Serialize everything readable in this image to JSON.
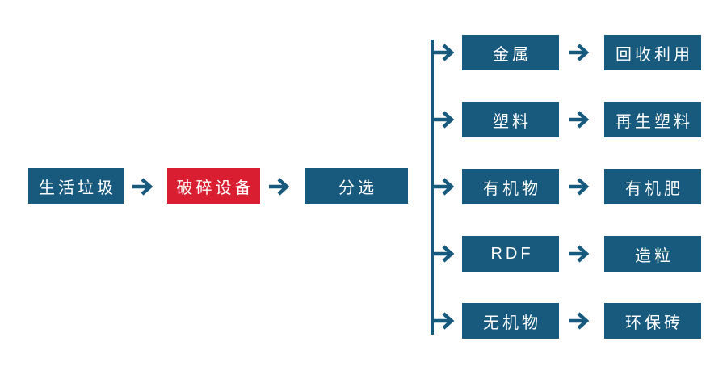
{
  "diagram": {
    "title_hint": "household-waste-processing-flow",
    "main_flow": [
      {
        "label": "生活垃圾",
        "variant": "blue"
      },
      {
        "label": "破碎设备",
        "variant": "red"
      },
      {
        "label": "分选",
        "variant": "blue"
      }
    ],
    "branches": [
      {
        "left": "金属",
        "right": "回收利用"
      },
      {
        "left": "塑料",
        "right": "再生塑料"
      },
      {
        "left": "有机物",
        "right": "有机肥"
      },
      {
        "left": "RDF",
        "right": "造粒"
      },
      {
        "left": "无机物",
        "right": "环保砖"
      }
    ]
  },
  "icons": {
    "arrow": "→"
  },
  "colors": {
    "node_blue": "#175A7E",
    "node_red": "#D91E32",
    "connector": "#175A7E",
    "text": "#FFFFFF",
    "background": "#FFFFFF"
  }
}
